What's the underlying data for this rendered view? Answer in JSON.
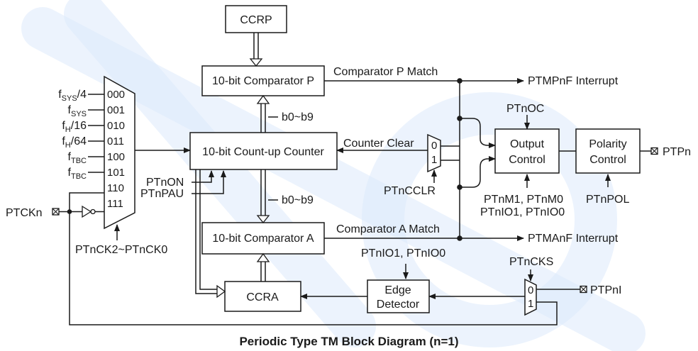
{
  "caption": "Periodic Type TM Block Diagram (n=1)",
  "blocks": {
    "ccrp": "CCRP",
    "comparator_p": "10-bit Comparator P",
    "counter": "10-bit Count-up Counter",
    "comparator_a": "10-bit Comparator A",
    "ccra": "CCRA",
    "output_control": [
      "Output",
      "Control"
    ],
    "polarity_control": [
      "Polarity",
      "Control"
    ],
    "edge_detector": [
      "Edge",
      "Detector"
    ]
  },
  "clock_sources": [
    {
      "label": "fSYS/4",
      "main": "f",
      "sub": "SYS",
      "suffix": "/4",
      "code": "000"
    },
    {
      "label": "fSYS",
      "main": "f",
      "sub": "SYS",
      "suffix": "",
      "code": "001"
    },
    {
      "label": "fH/16",
      "main": "f",
      "sub": "H",
      "suffix": "/16",
      "code": "010"
    },
    {
      "label": "fH/64",
      "main": "f",
      "sub": "H",
      "suffix": "/64",
      "code": "011"
    },
    {
      "label": "fTBC",
      "main": "f",
      "sub": "TBC",
      "suffix": "",
      "code": "100"
    },
    {
      "label": "fTBC",
      "main": "f",
      "sub": "TBC",
      "suffix": "",
      "code": "101"
    },
    {
      "label": "",
      "main": "",
      "sub": "",
      "suffix": "",
      "code": "110"
    },
    {
      "label": "",
      "main": "",
      "sub": "",
      "suffix": "",
      "code": "111"
    }
  ],
  "clock_select_label": "PTnCK2~PTnCK0",
  "signals": {
    "comp_p_match": "Comparator P Match",
    "comp_a_match": "Comparator A Match",
    "counter_clear": "Counter Clear",
    "b0b9_upper": "b0~b9",
    "b0b9_lower": "b0~b9",
    "ptnon": "PTnON",
    "ptnpau": "PTnPAU",
    "ptnoc": "PTnOC",
    "ptnmode": [
      "PTnM1, PTnM0",
      "PTnIO1, PTnIO0"
    ],
    "ptnpol": "PTnPOL",
    "ptnio": "PTnIO1, PTnIO0",
    "ptncclr": "PTnCCLR",
    "ptncks": "PTnCKS"
  },
  "mux_inputs": {
    "clear_0": "0",
    "clear_1": "1",
    "cks_0": "0",
    "cks_1": "1"
  },
  "pins": {
    "ptckn": "PTCKn",
    "ptpn": "PTPn",
    "ptpni": "PTPnI"
  },
  "interrupts": {
    "ptmp": "PTMPnF Interrupt",
    "ptma": "PTMAnF Interrupt"
  }
}
